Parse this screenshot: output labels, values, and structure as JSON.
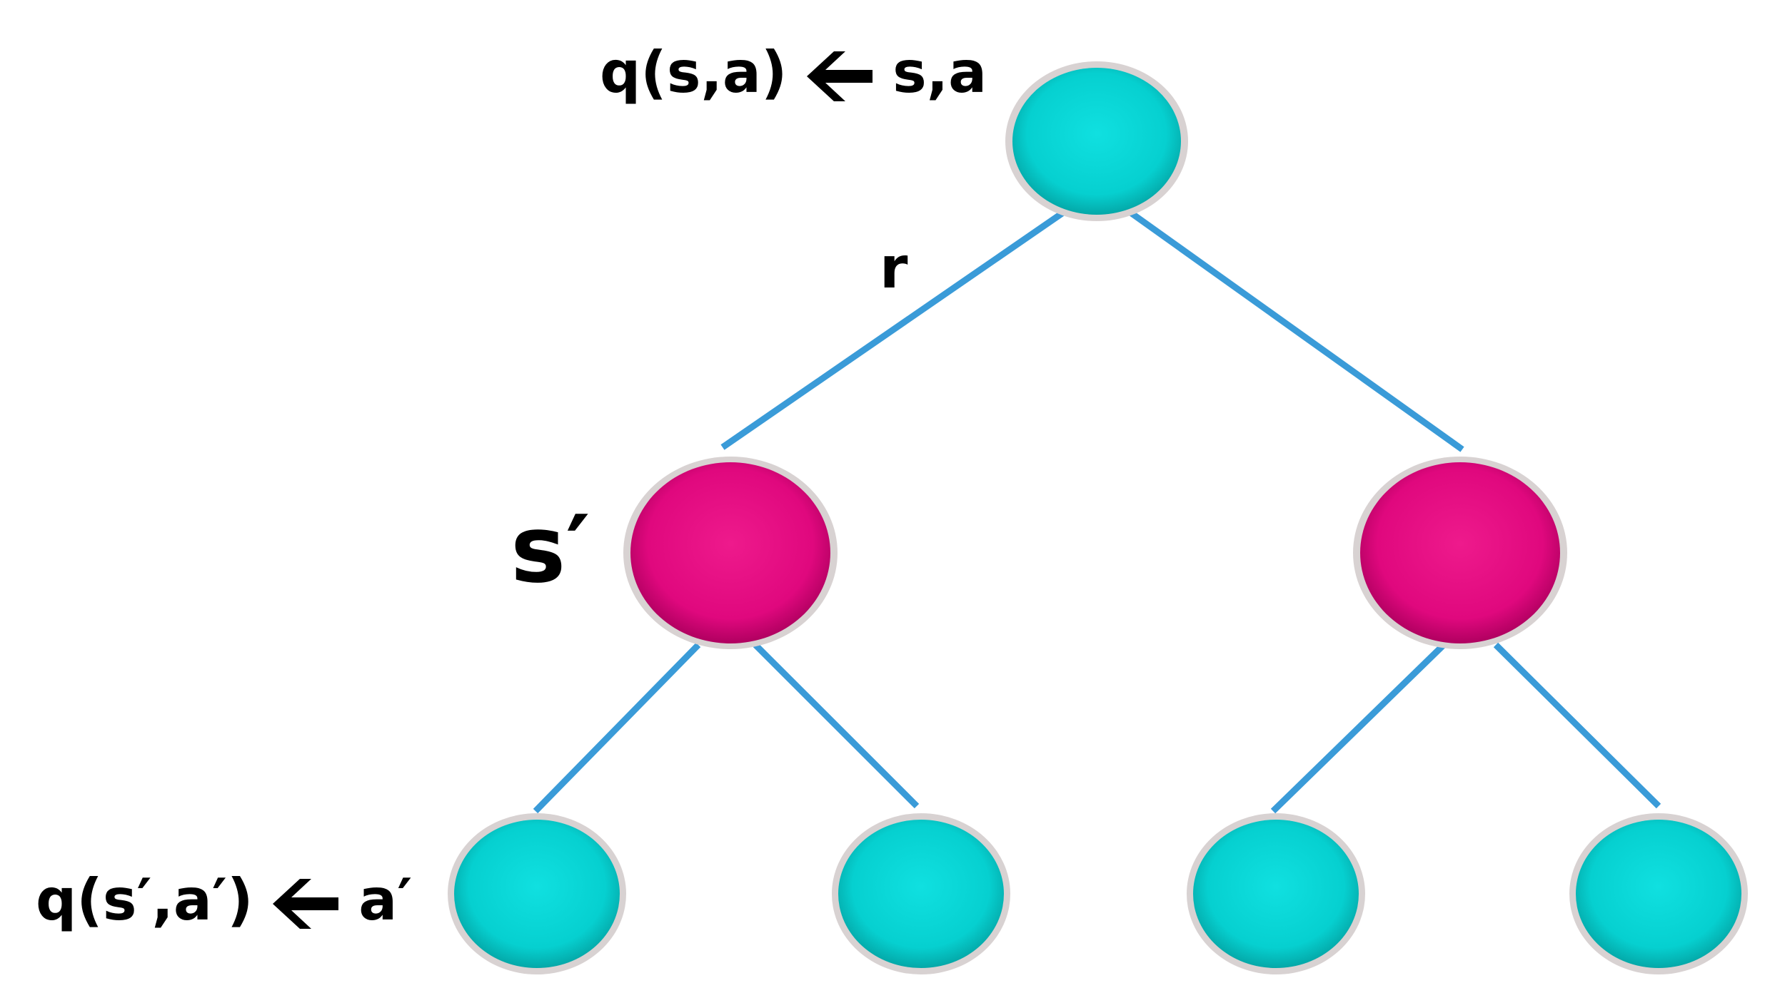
{
  "labels": {
    "top_q": "q(s,a)",
    "top_state_action": "s,a",
    "reward": "r",
    "next_state": "s′",
    "bottom_q": "q(s′,a′)",
    "bottom_action": "a′"
  },
  "icons": {
    "arrow": "left-arrow-icon"
  },
  "colors": {
    "state_action_node": "#06d0d0",
    "state_node": "#e0087e",
    "edge": "#3a9bd8",
    "node_border": "#b8b0b0",
    "text": "#000000"
  },
  "tree": {
    "root": {
      "kind": "state-action"
    },
    "children": [
      {
        "kind": "state",
        "children": [
          {
            "kind": "state-action"
          },
          {
            "kind": "state-action"
          }
        ]
      },
      {
        "kind": "state",
        "children": [
          {
            "kind": "state-action"
          },
          {
            "kind": "state-action"
          }
        ]
      }
    ]
  }
}
